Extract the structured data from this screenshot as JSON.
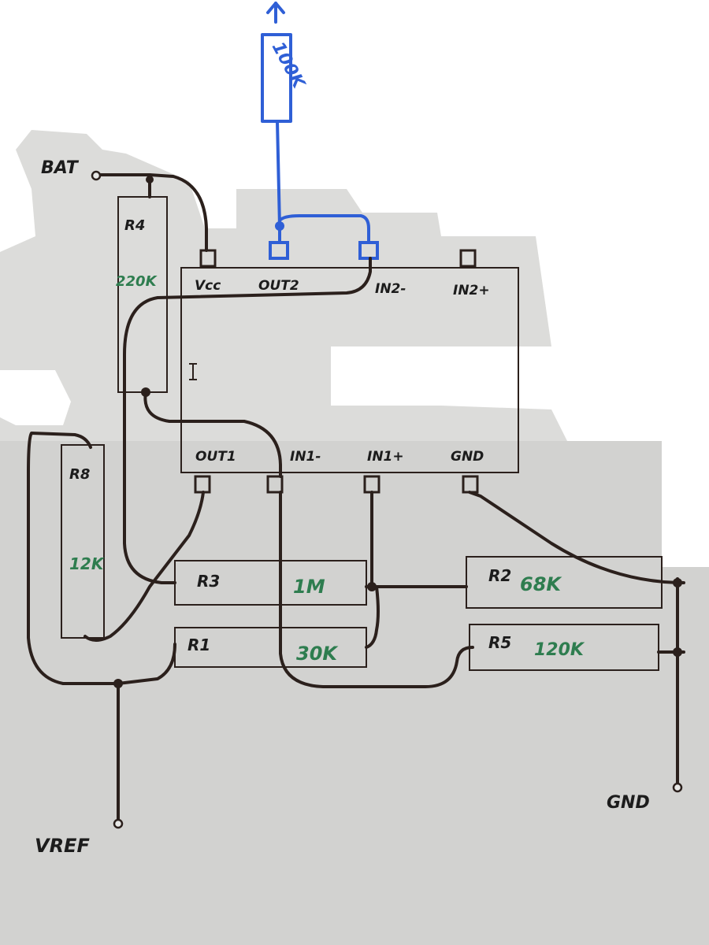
{
  "colors": {
    "paper": "#e4e4e2",
    "wire": "#2b201c",
    "value_ink": "#2e7d4f",
    "blue_ink": "#2f5fd6",
    "mask": "#ffffff"
  },
  "labels": {
    "bat": "BAT",
    "vref": "VREF",
    "gnd": "GND",
    "ic_marker": "I"
  },
  "ic": {
    "pins_top": [
      "Vcc",
      "OUT2",
      "IN2-",
      "IN2+"
    ],
    "pins_bottom": [
      "OUT1",
      "IN1-",
      "IN1+",
      "GND"
    ]
  },
  "resistors": {
    "r4": {
      "name": "R4",
      "value": "220K"
    },
    "r8": {
      "name": "R8",
      "value": "12K"
    },
    "r3": {
      "name": "R3",
      "value": "1M"
    },
    "r1": {
      "name": "R1",
      "value": "30K"
    },
    "r2": {
      "name": "R2",
      "value": "68K"
    },
    "r5": {
      "name": "R5",
      "value": "120K"
    },
    "pullup": {
      "value": "100K"
    }
  }
}
